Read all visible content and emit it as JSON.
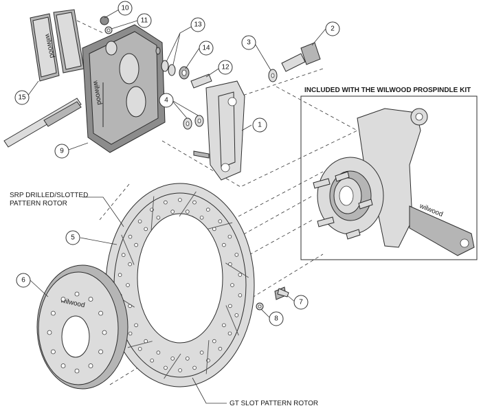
{
  "diagram": {
    "labels": {
      "kit_note": "INCLUDED WITH THE WILWOOD PROSPINDLE KIT",
      "srp_line1": "SRP DRILLED/SLOTTED",
      "srp_line2": "PATTERN ROTOR",
      "gt_slot": "GT SLOT PATTERN ROTOR",
      "pad_brand": "wilwood",
      "caliper_brand": "wilwood",
      "hat_brand": "wilwood",
      "spindle_brand": "wilwood"
    },
    "callouts": [
      "1",
      "2",
      "3",
      "4",
      "5",
      "6",
      "7",
      "8",
      "9",
      "10",
      "11",
      "12",
      "13",
      "14",
      "15"
    ]
  }
}
